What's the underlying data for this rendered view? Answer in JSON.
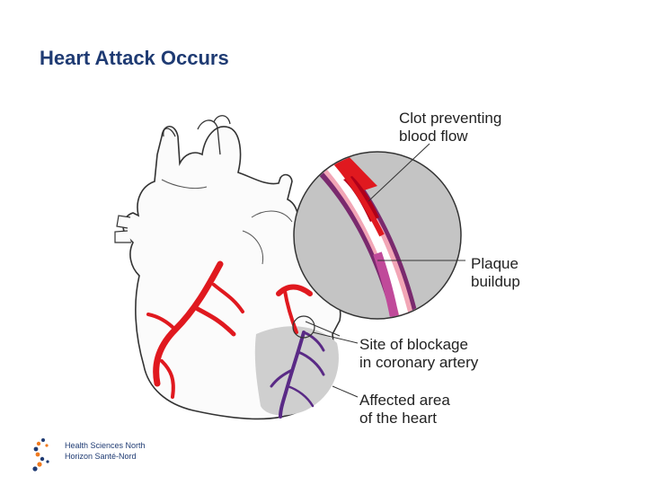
{
  "slide": {
    "title": "Heart Attack Occurs"
  },
  "labels": {
    "clot": [
      "Clot preventing",
      "blood flow"
    ],
    "plaque": [
      "Plaque",
      "buildup"
    ],
    "blockage": [
      "Site of blockage",
      "in coronary artery"
    ],
    "affected": [
      "Affected area",
      "of the heart"
    ]
  },
  "logo": {
    "line1": "Health Sciences North",
    "line2": "Horizon Santé-Nord"
  },
  "colors": {
    "title": "#1f3b73",
    "artery": "#e0191f",
    "blocked_vessel": "#5a2a86",
    "affected_area": "#cfcfcf",
    "inset_bg": "#c4c4c4"
  }
}
